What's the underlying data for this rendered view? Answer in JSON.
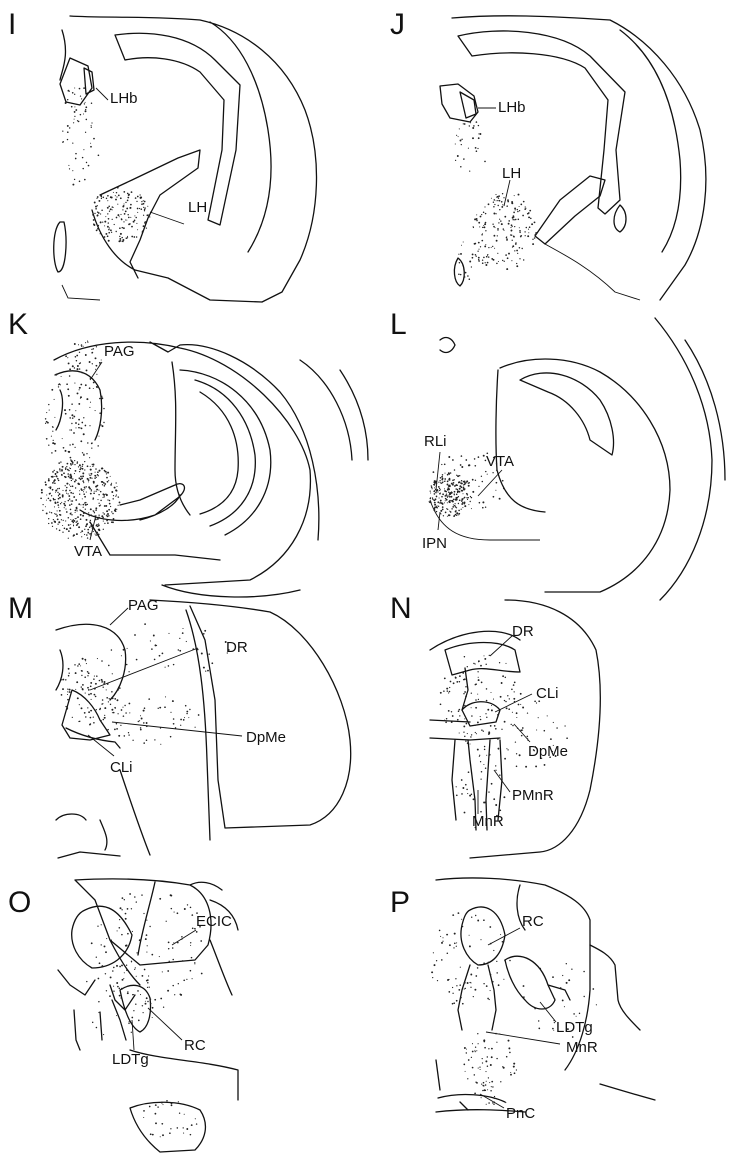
{
  "panels": [
    {
      "letter": "I",
      "labels": [
        "LHb",
        "LH"
      ]
    },
    {
      "letter": "J",
      "labels": [
        "LHb",
        "LH"
      ]
    },
    {
      "letter": "K",
      "labels": [
        "PAG",
        "VTA"
      ]
    },
    {
      "letter": "L",
      "labels": [
        "RLi",
        "VTA",
        "IPN"
      ]
    },
    {
      "letter": "M",
      "labels": [
        "PAG",
        "DR",
        "CLi",
        "DpMe"
      ]
    },
    {
      "letter": "N",
      "labels": [
        "DR",
        "CLi",
        "DpMe",
        "PMnR",
        "MnR"
      ]
    },
    {
      "letter": "O",
      "labels": [
        "ECIC",
        "LDTg",
        "RC"
      ]
    },
    {
      "letter": "P",
      "labels": [
        "RC",
        "LDTg",
        "MnR",
        "PnC"
      ]
    }
  ]
}
